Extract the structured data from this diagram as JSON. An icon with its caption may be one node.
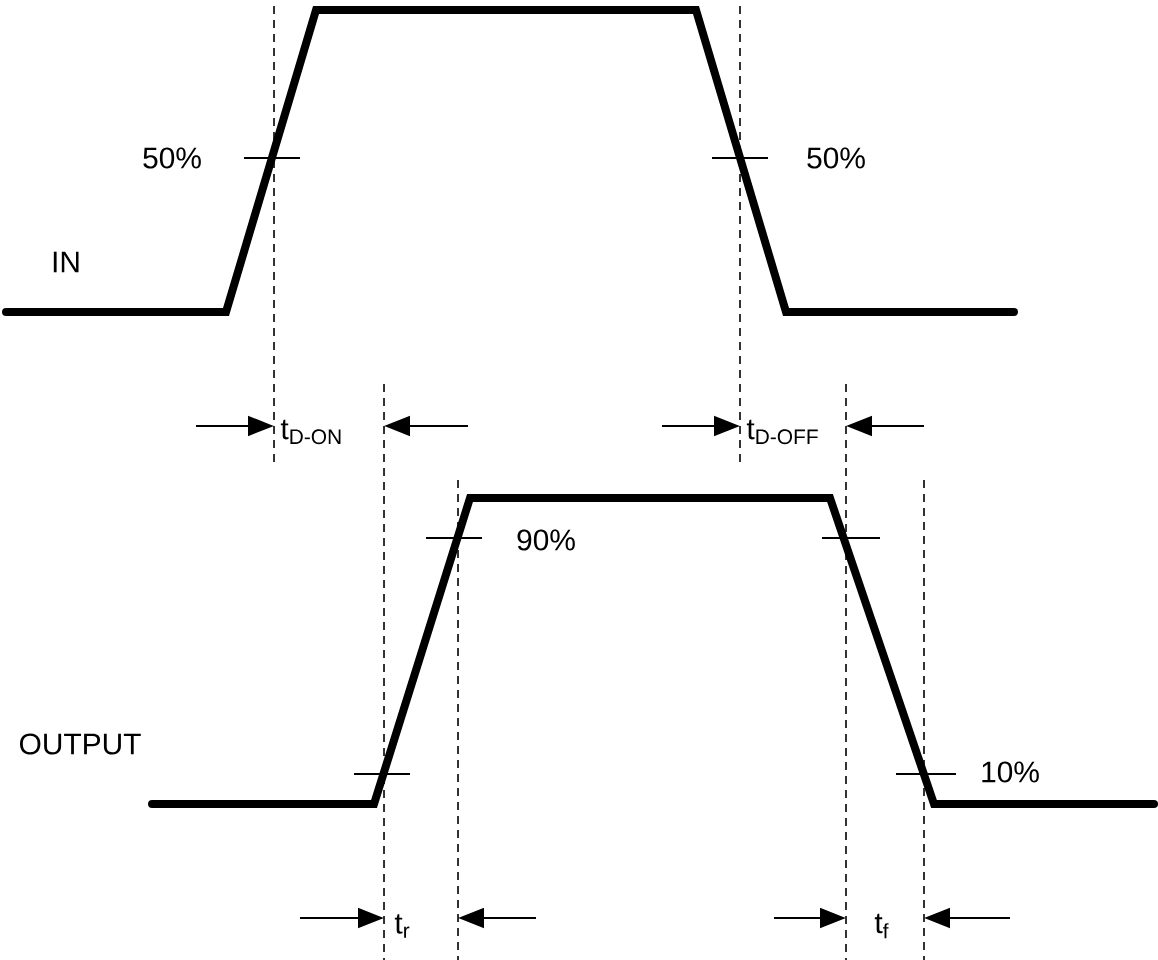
{
  "diagram": {
    "labels": [
      "50%",
      "50%",
      "IN",
      "t$_{D-ON}$",
      "t$_{D-OFF}$",
      "90%",
      "OUTPUT",
      "10%",
      "t$_{r}$",
      "t$_{f}$"
    ]
  }
}
